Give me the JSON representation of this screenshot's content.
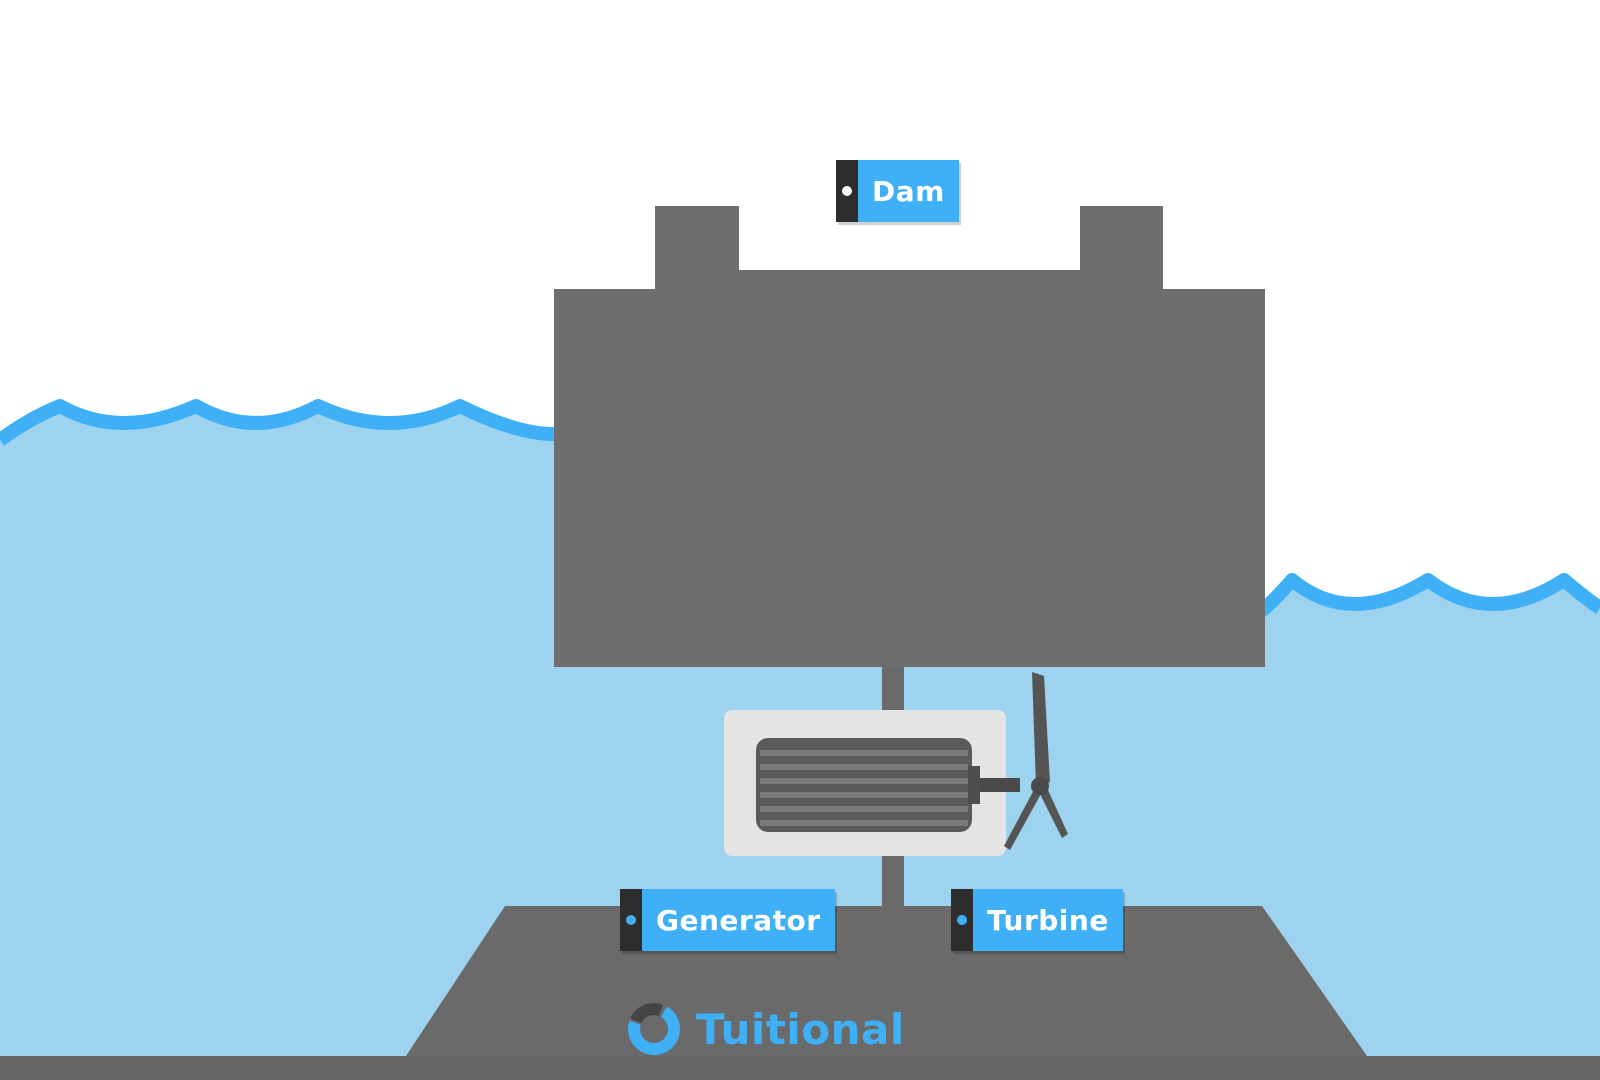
{
  "labels": {
    "dam": "Dam",
    "generator": "Generator",
    "turbine": "Turbine"
  },
  "brand": {
    "name": "Tuitional",
    "color": "#3fb0f5"
  },
  "colors": {
    "water": "#9ed3f0",
    "wave_crest": "#3fb0f5",
    "concrete": "#6e6e6e",
    "ground": "#666666",
    "housing": "#e4e4e4",
    "generator_body": "#5a5a5a",
    "tag_bg": "#3fb0f5",
    "tag_strip": "#2d2d2d"
  },
  "icons": {
    "logo": "tuitional-ring-logo",
    "turbine": "propeller-icon",
    "generator": "generator-icon"
  }
}
